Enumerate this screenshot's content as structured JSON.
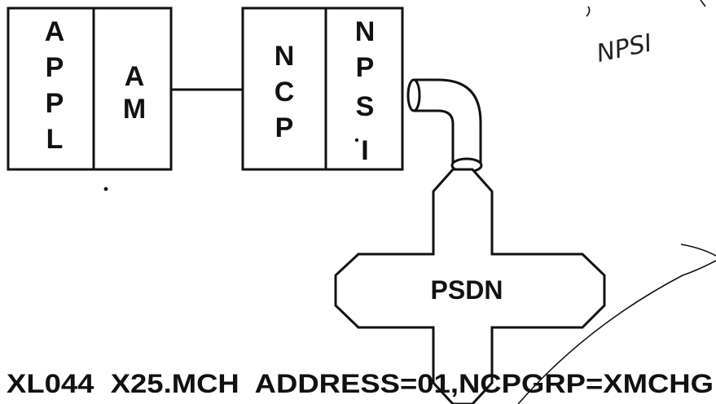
{
  "diagram": {
    "boxes": {
      "appl": {
        "letters": [
          "A",
          "P",
          "P",
          "L"
        ]
      },
      "am": {
        "letters": [
          "A",
          "M"
        ]
      },
      "ncp": {
        "letters": [
          "N",
          "C",
          "P"
        ]
      },
      "npsi": {
        "letters": [
          "N",
          "P",
          "S",
          "I"
        ]
      }
    },
    "network_label": "PSDN",
    "handwritten_note": "NPSI",
    "caption": "XL044  X25.MCH  ADDRESS=01,NCPGRP=XMCHG"
  },
  "colors": {
    "ink": "#111111",
    "background": "#ffffff"
  }
}
